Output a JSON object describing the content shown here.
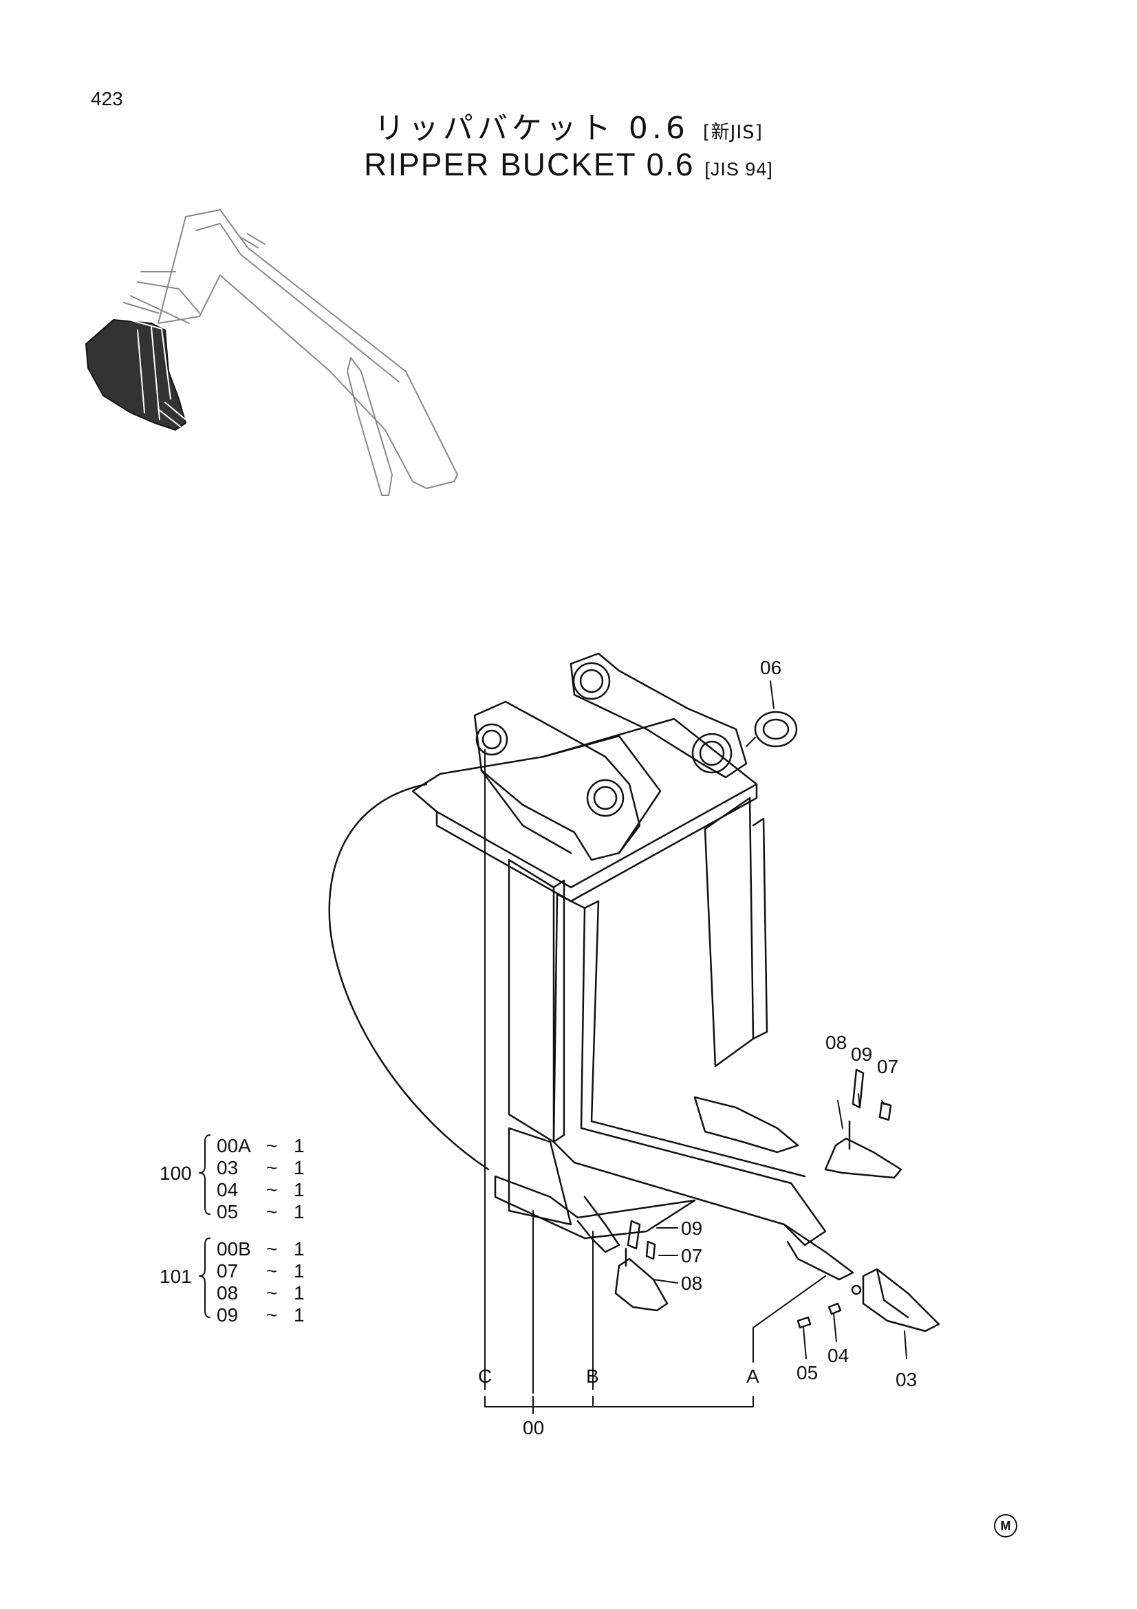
{
  "page_number": "423",
  "title": {
    "jp_main": "リッパバケット 0.6",
    "jp_tag": "[新JIS]",
    "en_main": "RIPPER BUCKET 0.6",
    "en_tag": "[JIS 94]"
  },
  "callouts": {
    "p06": "06",
    "p08_right": "08",
    "p09_right": "09",
    "p07_right": "07",
    "p09_mid": "09",
    "p07_mid": "07",
    "p08_mid": "08",
    "p05": "05",
    "p04": "04",
    "p03": "03",
    "p00": "00",
    "A": "A",
    "B": "B",
    "C": "C"
  },
  "groups": [
    {
      "id": "100",
      "rows": [
        {
          "part": "00A",
          "tilde": "~",
          "qty": "1"
        },
        {
          "part": "03",
          "tilde": "~",
          "qty": "1"
        },
        {
          "part": "04",
          "tilde": "~",
          "qty": "1"
        },
        {
          "part": "05",
          "tilde": "~",
          "qty": "1"
        }
      ]
    },
    {
      "id": "101",
      "rows": [
        {
          "part": "00B",
          "tilde": "~",
          "qty": "1"
        },
        {
          "part": "07",
          "tilde": "~",
          "qty": "1"
        },
        {
          "part": "08",
          "tilde": "~",
          "qty": "1"
        },
        {
          "part": "09",
          "tilde": "~",
          "qty": "1"
        }
      ]
    }
  ],
  "mark_symbol": "M"
}
